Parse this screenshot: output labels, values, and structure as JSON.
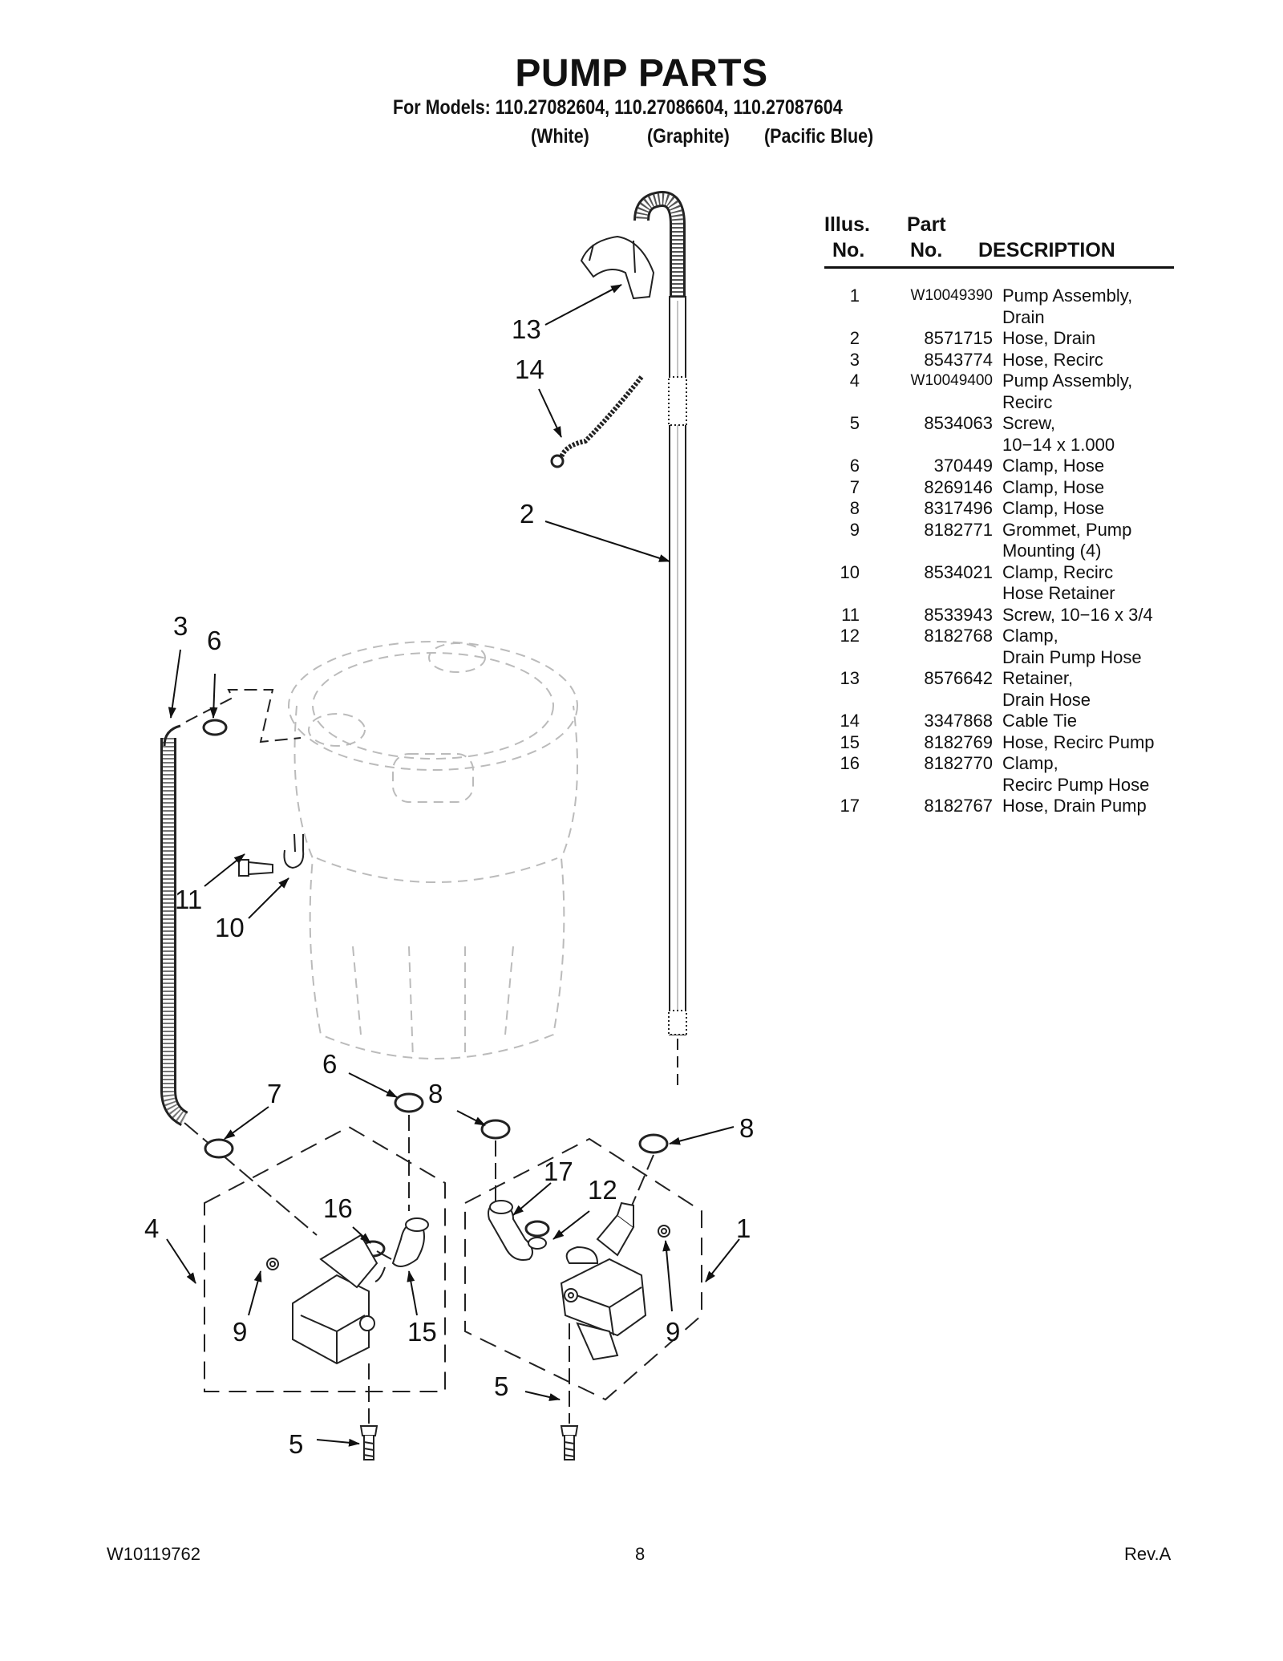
{
  "header": {
    "title": "PUMP PARTS",
    "models": "For Models: 110.27082604, 110.27086604, 110.27087604",
    "colors": [
      "(White)",
      "(Graphite)",
      "(Pacific Blue)"
    ]
  },
  "table": {
    "headers": {
      "illus_line1": "Illus.",
      "illus_line2": "No.",
      "part_line1": "Part",
      "part_line2": "No.",
      "description": "DESCRIPTION"
    },
    "rows": [
      {
        "illus": "1",
        "part": "W10049390",
        "desc": "Pump Assembly,\nDrain"
      },
      {
        "illus": "2",
        "part": "8571715",
        "desc": "Hose, Drain"
      },
      {
        "illus": "3",
        "part": "8543774",
        "desc": "Hose, Recirc"
      },
      {
        "illus": "4",
        "part": "W10049400",
        "desc": "Pump Assembly,\nRecirc"
      },
      {
        "illus": "5",
        "part": "8534063",
        "desc": "Screw,\n10−14 x 1.000"
      },
      {
        "illus": "6",
        "part": "370449",
        "desc": "Clamp, Hose"
      },
      {
        "illus": "7",
        "part": "8269146",
        "desc": "Clamp, Hose"
      },
      {
        "illus": "8",
        "part": "8317496",
        "desc": "Clamp, Hose"
      },
      {
        "illus": "9",
        "part": "8182771",
        "desc": "Grommet, Pump\nMounting (4)"
      },
      {
        "illus": "10",
        "part": "8534021",
        "desc": "Clamp, Recirc\nHose Retainer"
      },
      {
        "illus": "11",
        "part": "8533943",
        "desc": "Screw, 10−16 x 3/4"
      },
      {
        "illus": "12",
        "part": "8182768",
        "desc": "Clamp,\nDrain Pump Hose"
      },
      {
        "illus": "13",
        "part": "8576642",
        "desc": "Retainer,\nDrain Hose"
      },
      {
        "illus": "14",
        "part": "3347868",
        "desc": "Cable Tie"
      },
      {
        "illus": "15",
        "part": "8182769",
        "desc": "Hose, Recirc Pump"
      },
      {
        "illus": "16",
        "part": "8182770",
        "desc": "Clamp,\nRecirc Pump Hose"
      },
      {
        "illus": "17",
        "part": "8182767",
        "desc": "Hose, Drain Pump"
      }
    ]
  },
  "diagram": {
    "callouts": [
      "13",
      "14",
      "2",
      "3",
      "6",
      "11",
      "10",
      "7",
      "6",
      "8",
      "8",
      "17",
      "12",
      "16",
      "4",
      "1",
      "9",
      "15",
      "9",
      "5",
      "5"
    ]
  },
  "footer": {
    "doc_number": "W10119762",
    "page_number": "8",
    "revision": "Rev.A"
  }
}
